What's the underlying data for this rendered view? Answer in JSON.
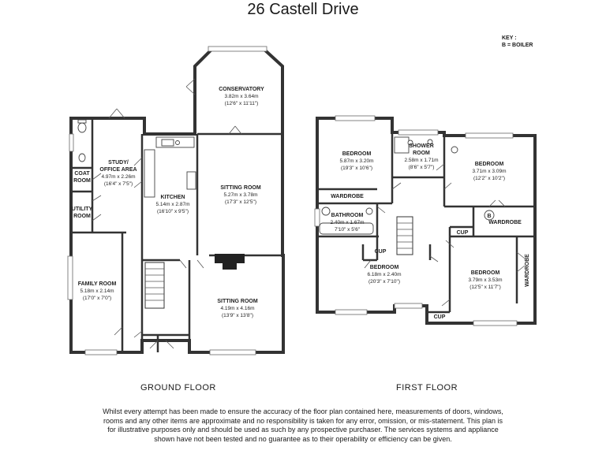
{
  "title": "26 Castell Drive",
  "key": {
    "heading": "KEY :",
    "boiler": "B = BOILER",
    "boiler_symbol": "B"
  },
  "floors": {
    "ground": "GROUND FLOOR",
    "first": "FIRST FLOOR"
  },
  "rooms": {
    "conservatory": {
      "name": "CONSERVATORY",
      "metric": "3.82m x 3.64m",
      "imperial": "(12'6\" x 11'11\")"
    },
    "study": {
      "name": "STUDY/",
      "name2": "OFFICE AREA",
      "metric": "4.97m x 2.26m",
      "imperial": "(16'4\" x 7'5\")"
    },
    "coat_room": {
      "name": "COAT",
      "name2": "ROOM"
    },
    "utility_room": {
      "name": "UTILITY",
      "name2": "ROOM"
    },
    "kitchen": {
      "name": "KITCHEN",
      "metric": "5.14m x 2.87m",
      "imperial": "(16'10\" x 9'5\")"
    },
    "sitting_room_1": {
      "name": "SITTING ROOM",
      "metric": "5.27m x 3.78m",
      "imperial": "(17'3\" x 12'5\")"
    },
    "family_room": {
      "name": "FAMILY ROOM",
      "metric": "5.18m x 2.14m",
      "imperial": "(17'0\" x 7'0\")"
    },
    "sitting_room_2": {
      "name": "SITTING ROOM",
      "metric": "4.19m x 4.16m",
      "imperial": "(13'9\" x 13'8\")"
    },
    "bedroom_1": {
      "name": "BEDROOM",
      "metric": "5.87m x 3.20m",
      "imperial": "(19'3\" x 10'6\")"
    },
    "shower_room": {
      "name": "SHOWER",
      "name2": "ROOM",
      "metric": "2.58m x 1.71m",
      "imperial": "(8'6\" x 5'7\")"
    },
    "bedroom_2": {
      "name": "BEDROOM",
      "metric": "3.71m x 3.09m",
      "imperial": "(12'2\" x 10'2\")"
    },
    "bathroom": {
      "name": "BATHROOM",
      "metric": "2.40m x 1.67m",
      "imperial": "7'10\" x 5'6\""
    },
    "bedroom_3": {
      "name": "BEDROOM",
      "metric": "6.18m x 2.40m",
      "imperial": "(20'3\" x 7'10\")"
    },
    "bedroom_4": {
      "name": "BEDROOM",
      "metric": "3.79m x 3.53m",
      "imperial": "(12'5\" x 11'7\")"
    }
  },
  "labels": {
    "wardrobe": "WARDROBE",
    "cup": "CUP"
  },
  "disclaimer": "Whilst every attempt has been made to ensure the accuracy of the floor plan contained here, measurements of doors, windows, rooms and any other items are approximate and no responsibility is taken for any error, omission, or mis-statement. This plan is for illustrative purposes only and should be used as such by any prospective purchaser. The services systems and appliance shown have not been tested and no guarantee as to their operability or efficiency can be given."
}
